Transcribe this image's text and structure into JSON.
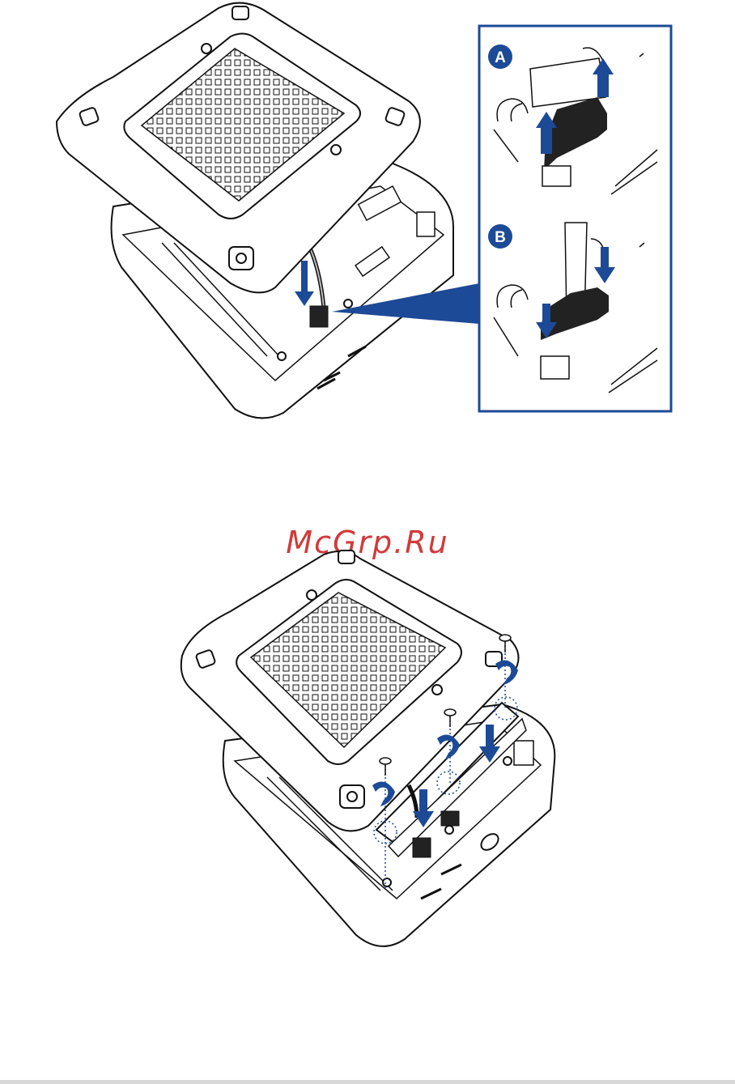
{
  "watermark": {
    "text": "McGrp.Ru",
    "color": "#d23a3a"
  },
  "callout": {
    "steps": [
      {
        "letter": "A",
        "action": "lift-up"
      },
      {
        "letter": "B",
        "action": "press-down"
      }
    ]
  },
  "colors": {
    "accent_blue": "#1c4a96",
    "line": "#111111",
    "connector": "#222222"
  },
  "icons": [
    "arrow-up-icon",
    "arrow-down-icon",
    "rotate-arrow-icon",
    "screw-icon"
  ]
}
